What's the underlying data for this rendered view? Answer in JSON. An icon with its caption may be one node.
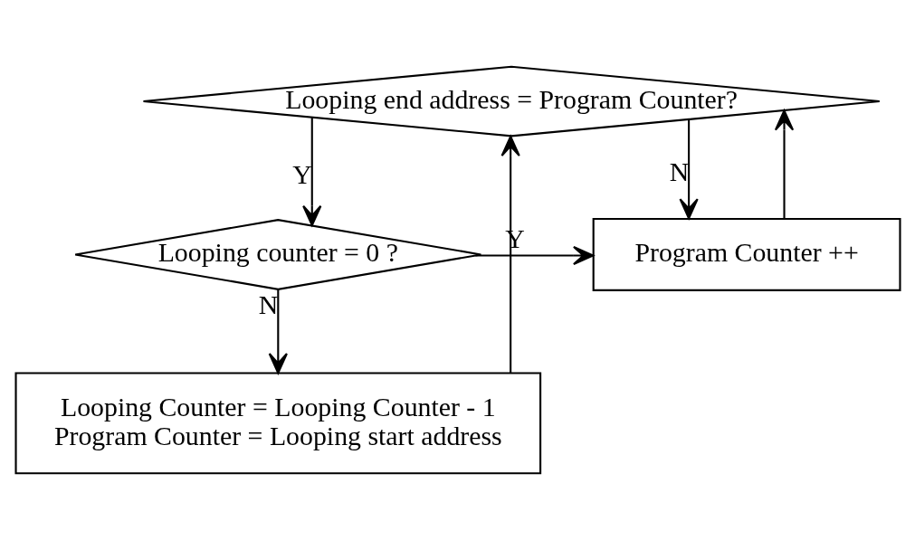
{
  "diagram": {
    "nodes": [
      {
        "text": [
          "Looping end address = Program Counter?"
        ]
      },
      {
        "text": [
          "Looping counter = 0 ?"
        ]
      },
      {
        "text": [
          "Program Counter ++"
        ]
      },
      {
        "text": [
          "Looping Counter = Looping Counter - 1",
          "Program Counter = Looping start address"
        ]
      }
    ],
    "edges": [
      {
        "from": 0,
        "to": 1,
        "arrow": "to",
        "label": "Y"
      },
      {
        "from": 0,
        "to": 2,
        "arrow": "to",
        "label": "N"
      },
      {
        "from": 1,
        "to": 2,
        "arrow": "to",
        "label": "Y"
      },
      {
        "from": 1,
        "to": 3,
        "arrow": "to",
        "label": "N"
      },
      {
        "from": 3,
        "to": 0,
        "arrow": "to"
      },
      {
        "from": 2,
        "to": 0,
        "arrow": "to"
      }
    ]
  }
}
